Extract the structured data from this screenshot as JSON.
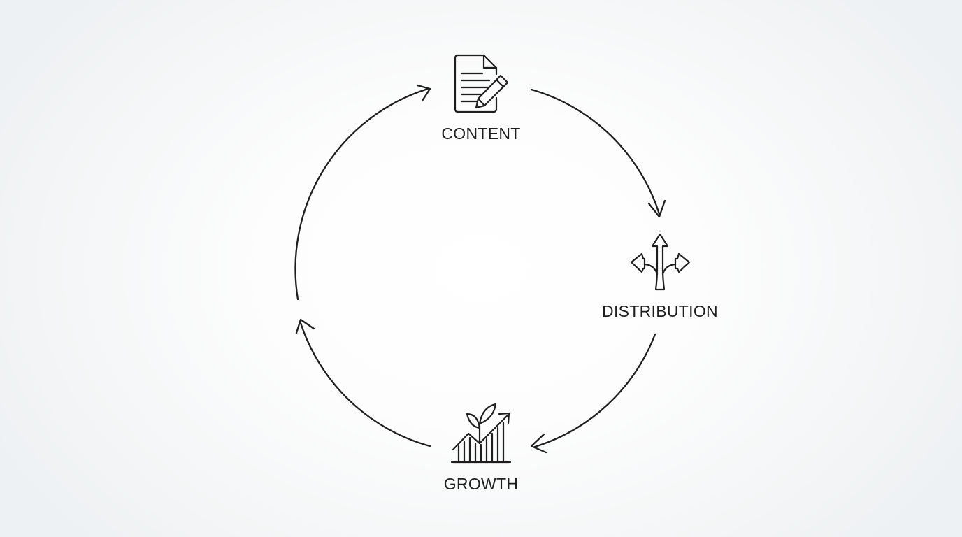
{
  "diagram": {
    "type": "cycle",
    "nodes": [
      {
        "id": "content",
        "label": "CONTENT",
        "icon": "document-pencil-icon"
      },
      {
        "id": "distribution",
        "label": "DISTRIBUTION",
        "icon": "branching-arrows-icon"
      },
      {
        "id": "growth",
        "label": "GROWTH",
        "icon": "plant-chart-growth-icon"
      }
    ],
    "edges": [
      {
        "from": "content",
        "to": "distribution"
      },
      {
        "from": "distribution",
        "to": "growth"
      },
      {
        "from": "growth",
        "to": "content"
      }
    ],
    "colors": {
      "stroke": "#1e1e1e",
      "background": "#ffffff"
    }
  }
}
